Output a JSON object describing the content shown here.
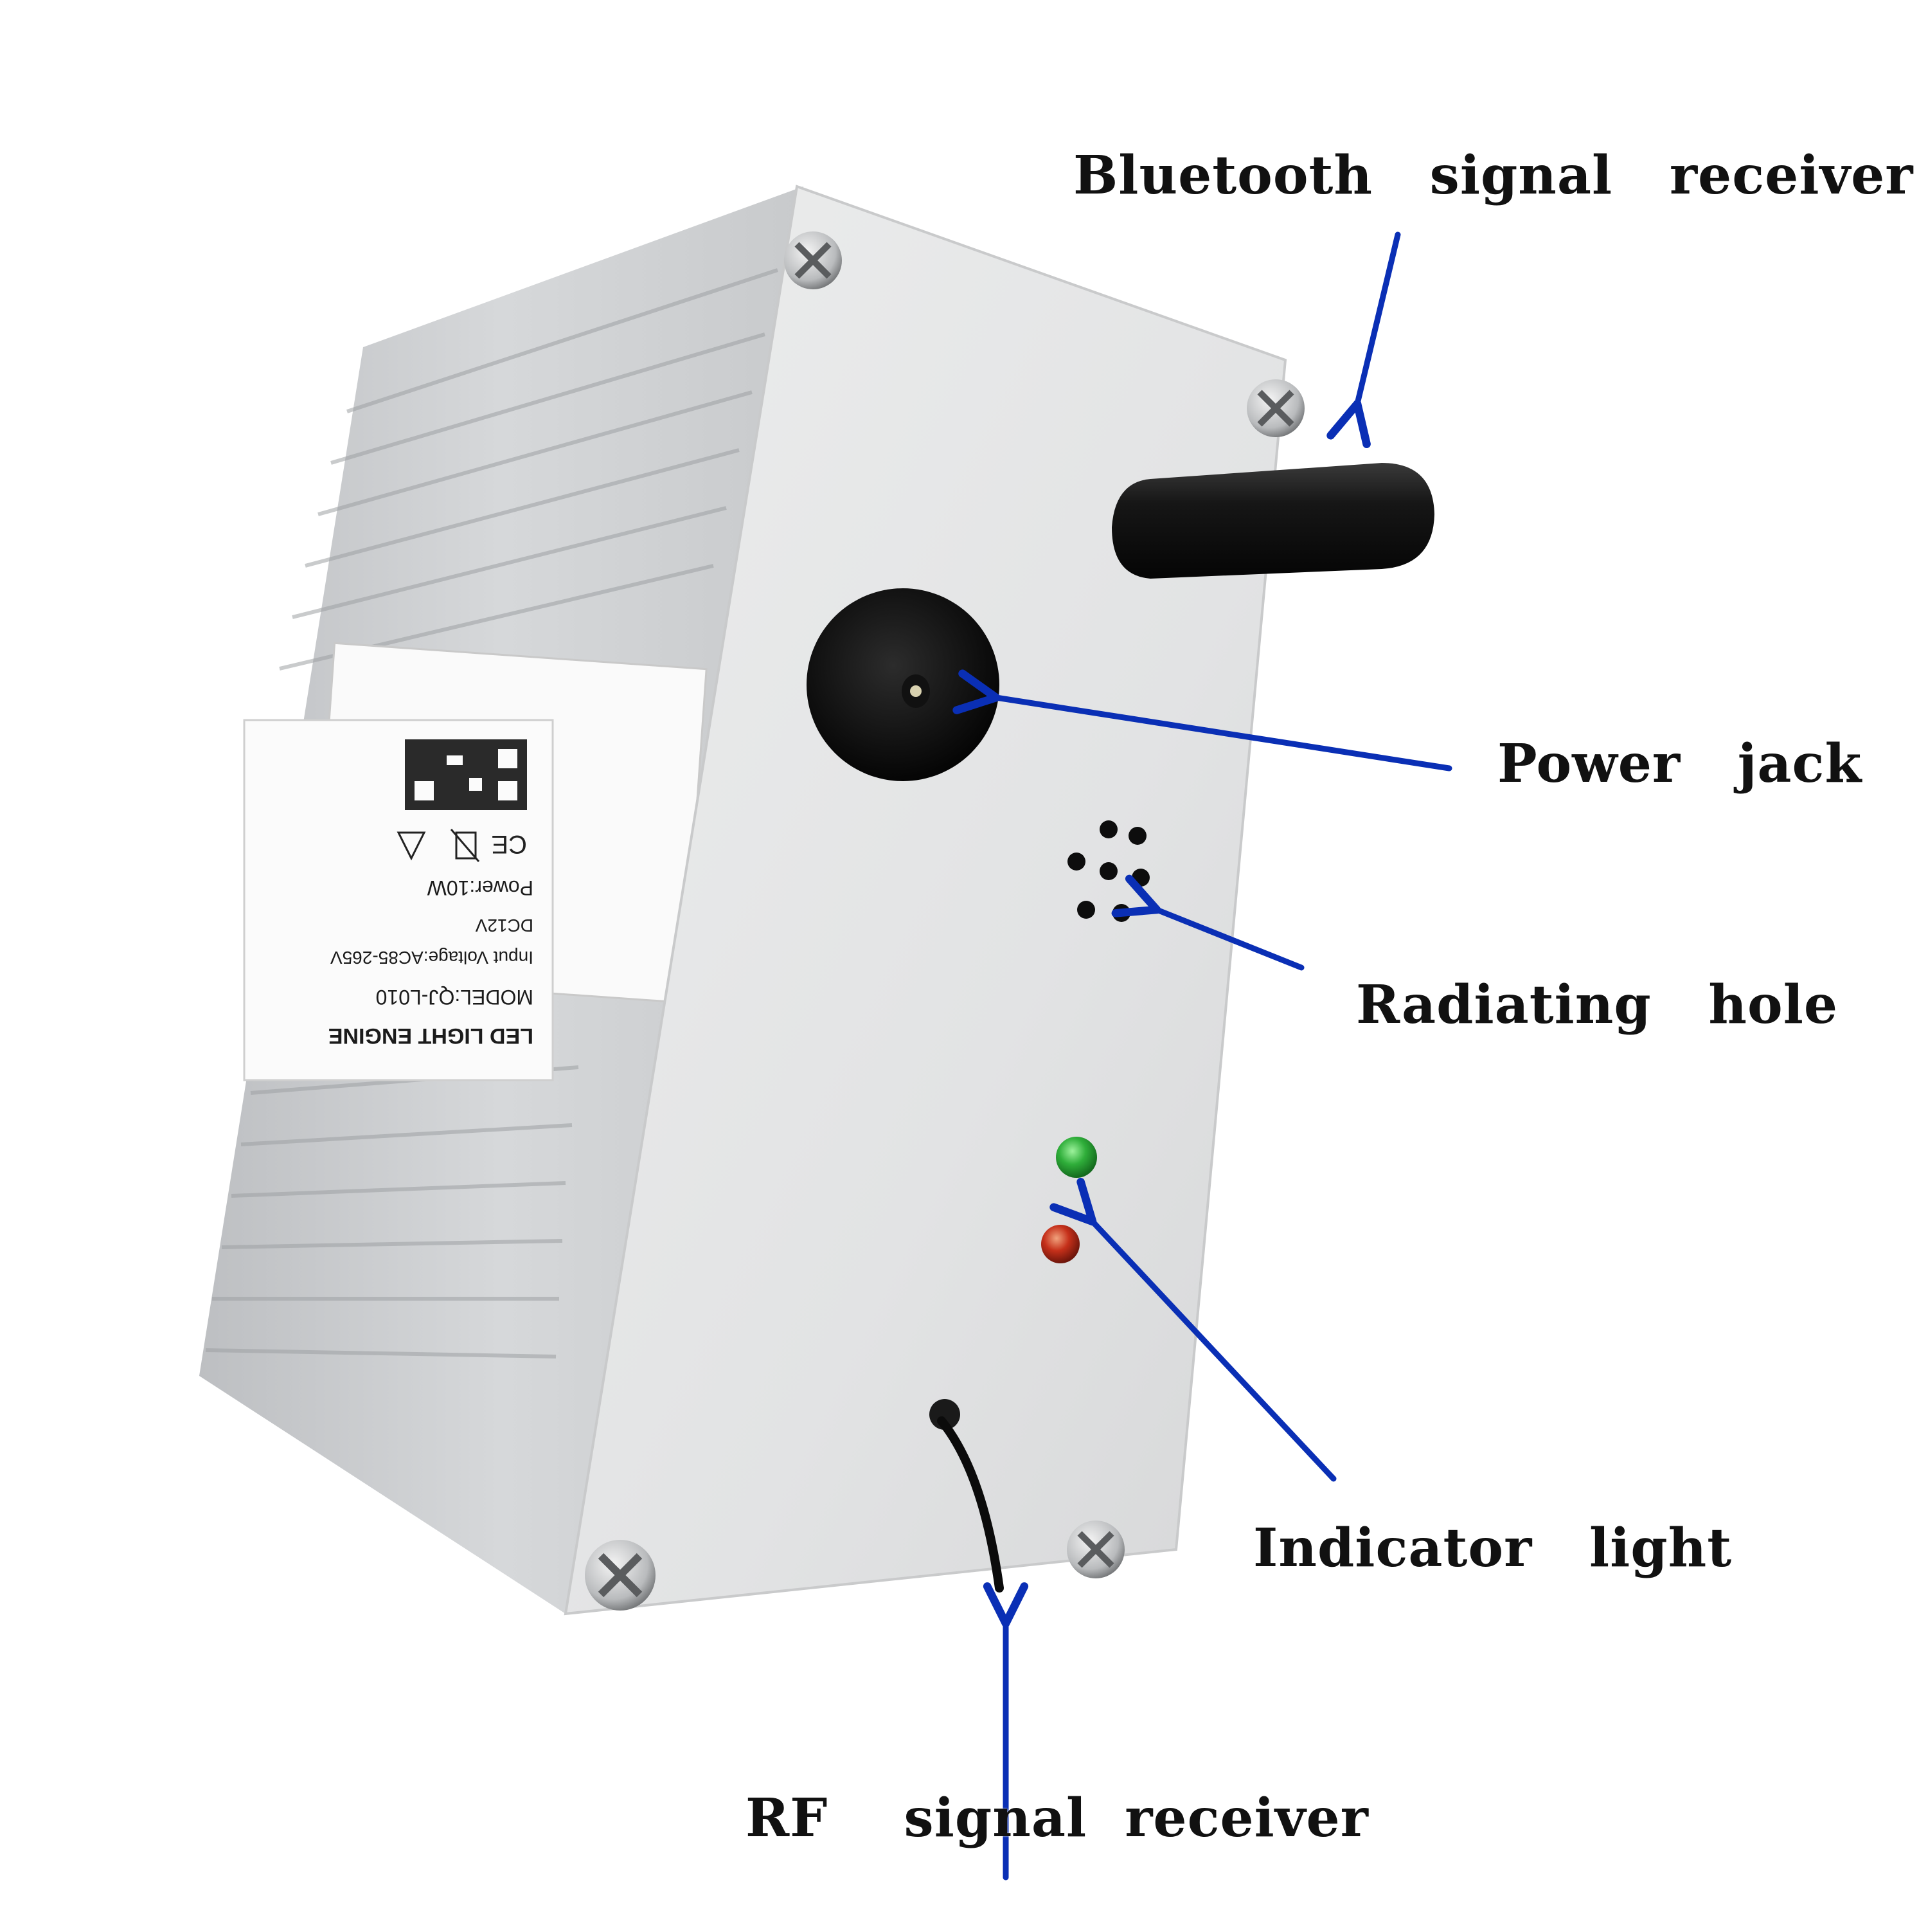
{
  "product": {
    "label": {
      "title": "LED LIGHT ENGINE",
      "model": "MODEL:QJ-L010",
      "input_voltage": "Input Voltage:AC85-265V",
      "dc_option": "DC12V",
      "power": "Power:10W"
    }
  },
  "callouts": {
    "bluetooth": "Bluetooth   signal   receiver",
    "power_jack": "Power   jack",
    "radiating_hole": "Radiating   hole",
    "indicator_light": "Indicator   light",
    "rf_receiver": "RF    signal  receiver"
  },
  "colors": {
    "arrow": "#0a2fb5",
    "housing": "#e4e5e6",
    "led_green": "#2fae3a",
    "led_red": "#c5301a",
    "antenna": "#121212"
  },
  "icons": [
    "ce-mark-icon",
    "weee-bin-icon",
    "recycle-icon",
    "qr-code-icon",
    "screw-icon"
  ]
}
